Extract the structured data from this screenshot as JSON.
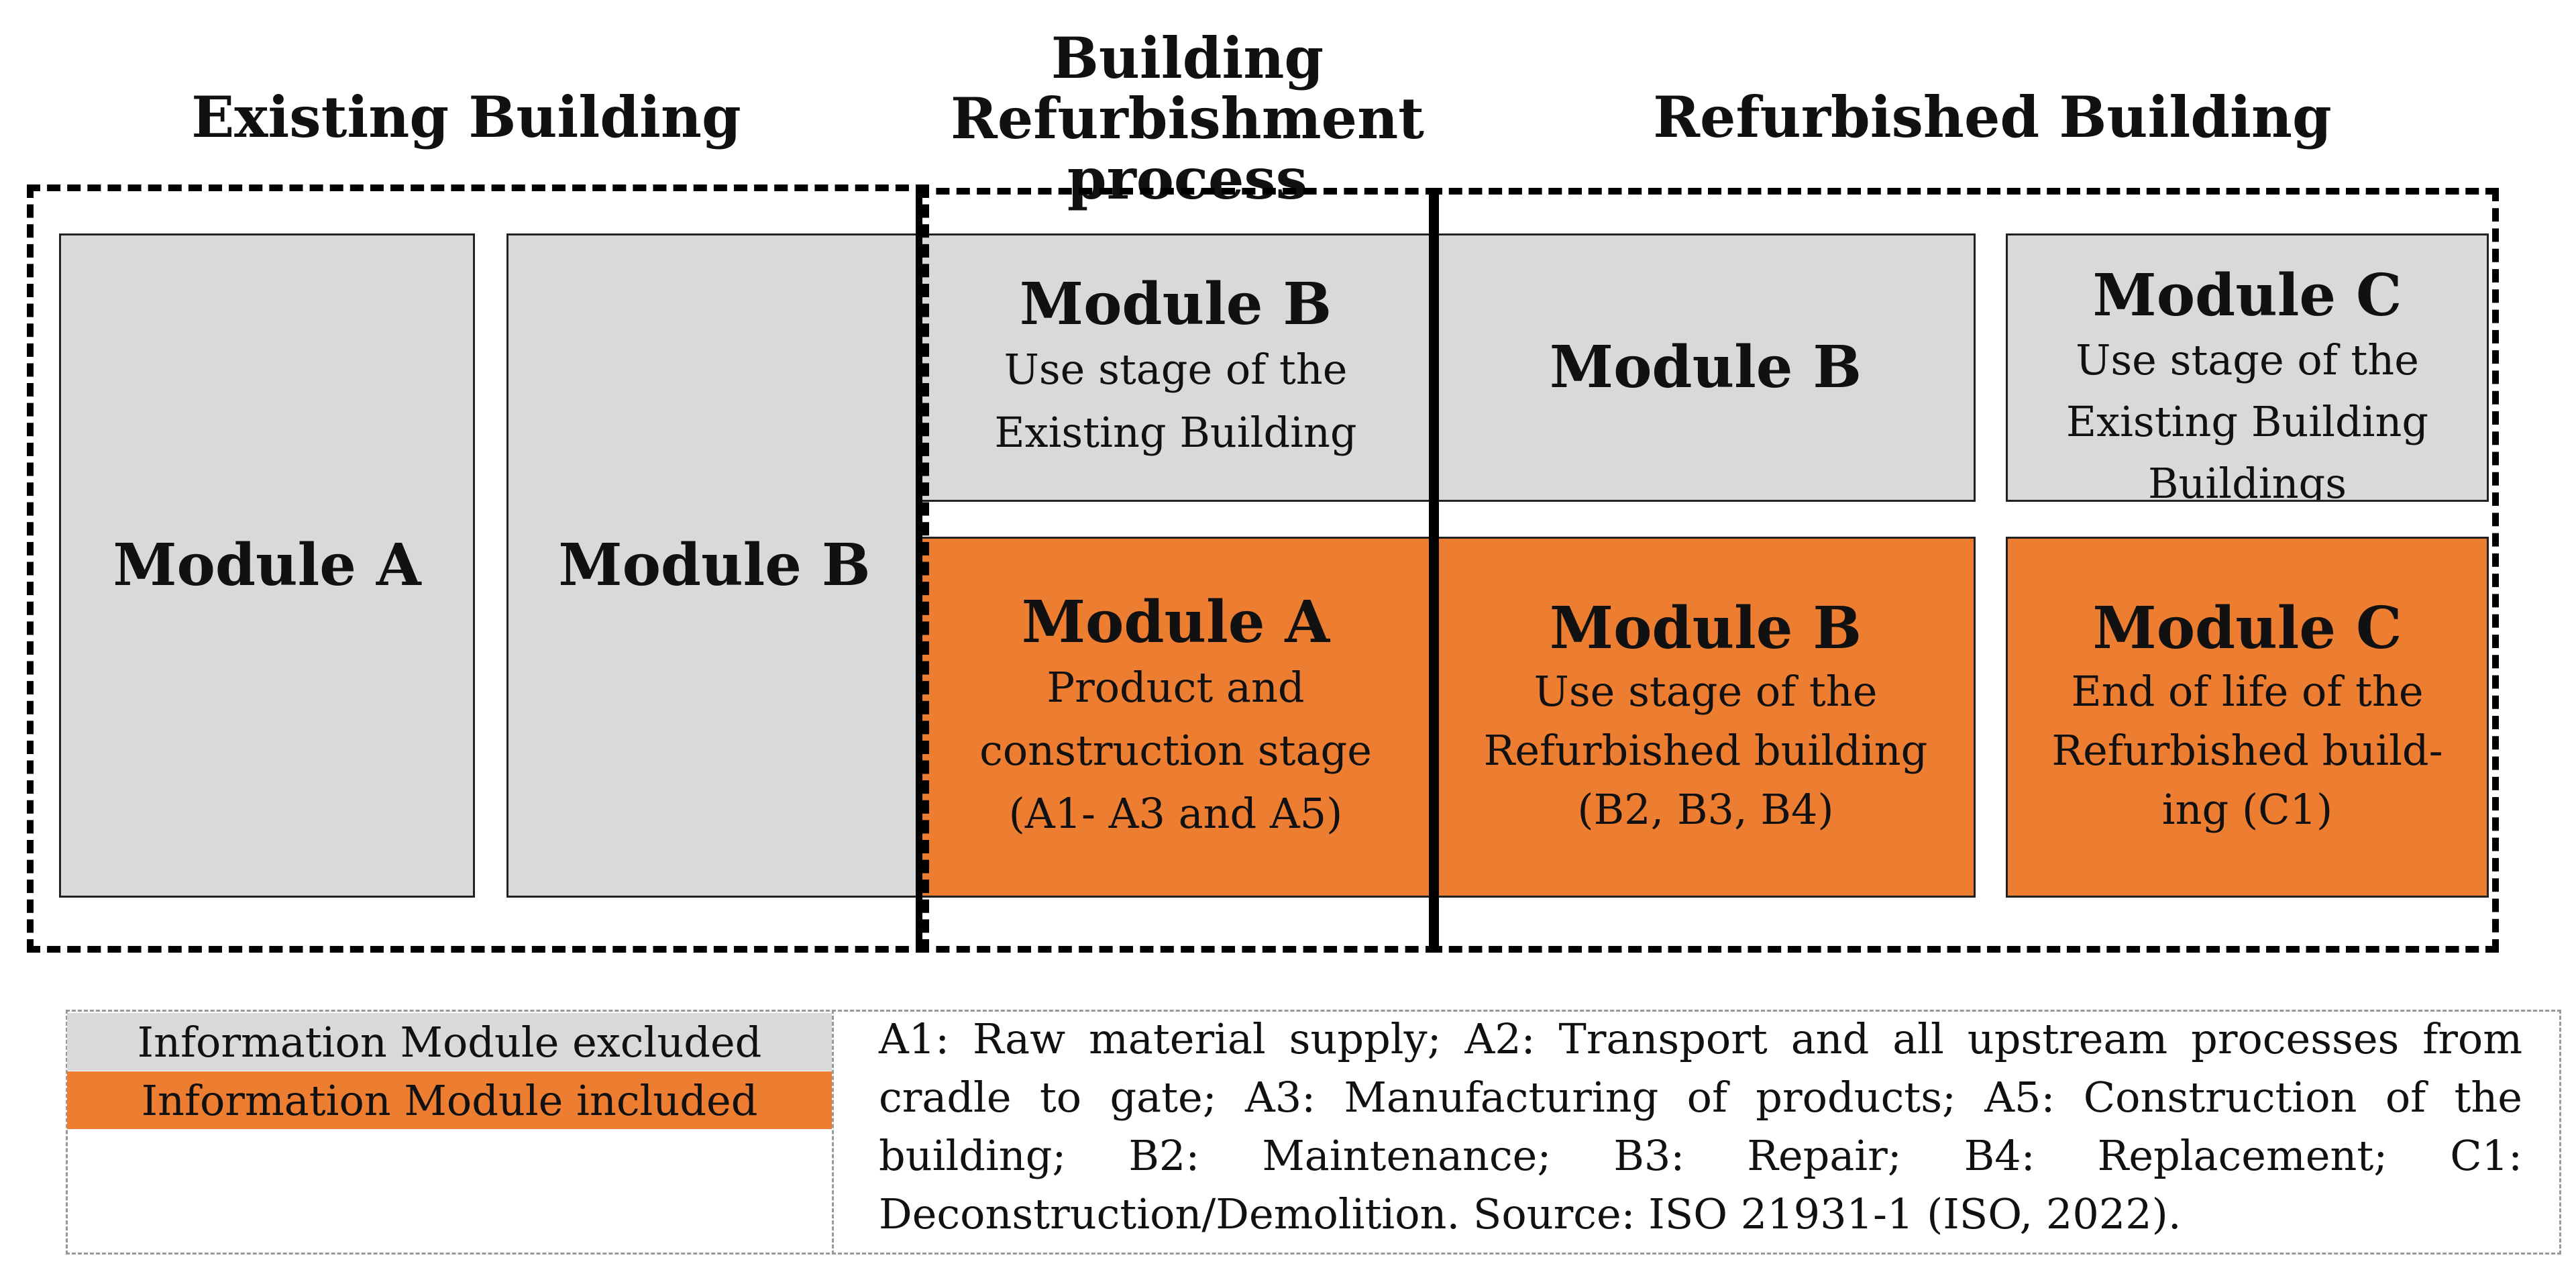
{
  "headings": {
    "existing": "Existing Building",
    "process": "Building Refurbishment process",
    "refurbished": "Refurbished Building"
  },
  "modules": {
    "existing_a": {
      "title": "Module A"
    },
    "existing_b": {
      "title": "Module B"
    },
    "process_b": {
      "title": "Module B",
      "desc": "Use stage of the Existing Building"
    },
    "process_a": {
      "title": "Module A",
      "desc": "Product and construction stage (A1- A3 and A5)"
    },
    "refurb_b_top": {
      "title": "Module B"
    },
    "refurb_c_top": {
      "title": "Module C",
      "desc": "Use stage of the Existing Building Buildings"
    },
    "refurb_b": {
      "title": "Module B",
      "desc": "Use stage of the Refurbished building (B2, B3, B4)"
    },
    "refurb_c": {
      "title": "Module C",
      "desc": "End of life of the Refurbished build-ing (C1)"
    }
  },
  "legend": {
    "excluded": "Information Module excluded",
    "included": "Information Module included",
    "note": "A1: Raw material supply; A2: Transport and all upstream processes from cradle to gate; A3: Manufacturing of products; A5: Construction of the building; B2: Maintenance; B3: Repair; B4: Replacement; C1: Deconstruction/Demolition. Source: ISO 21931-1 (ISO, 2022)."
  },
  "colors": {
    "excluded": "#d9d9d9",
    "included": "#ed7d31"
  }
}
